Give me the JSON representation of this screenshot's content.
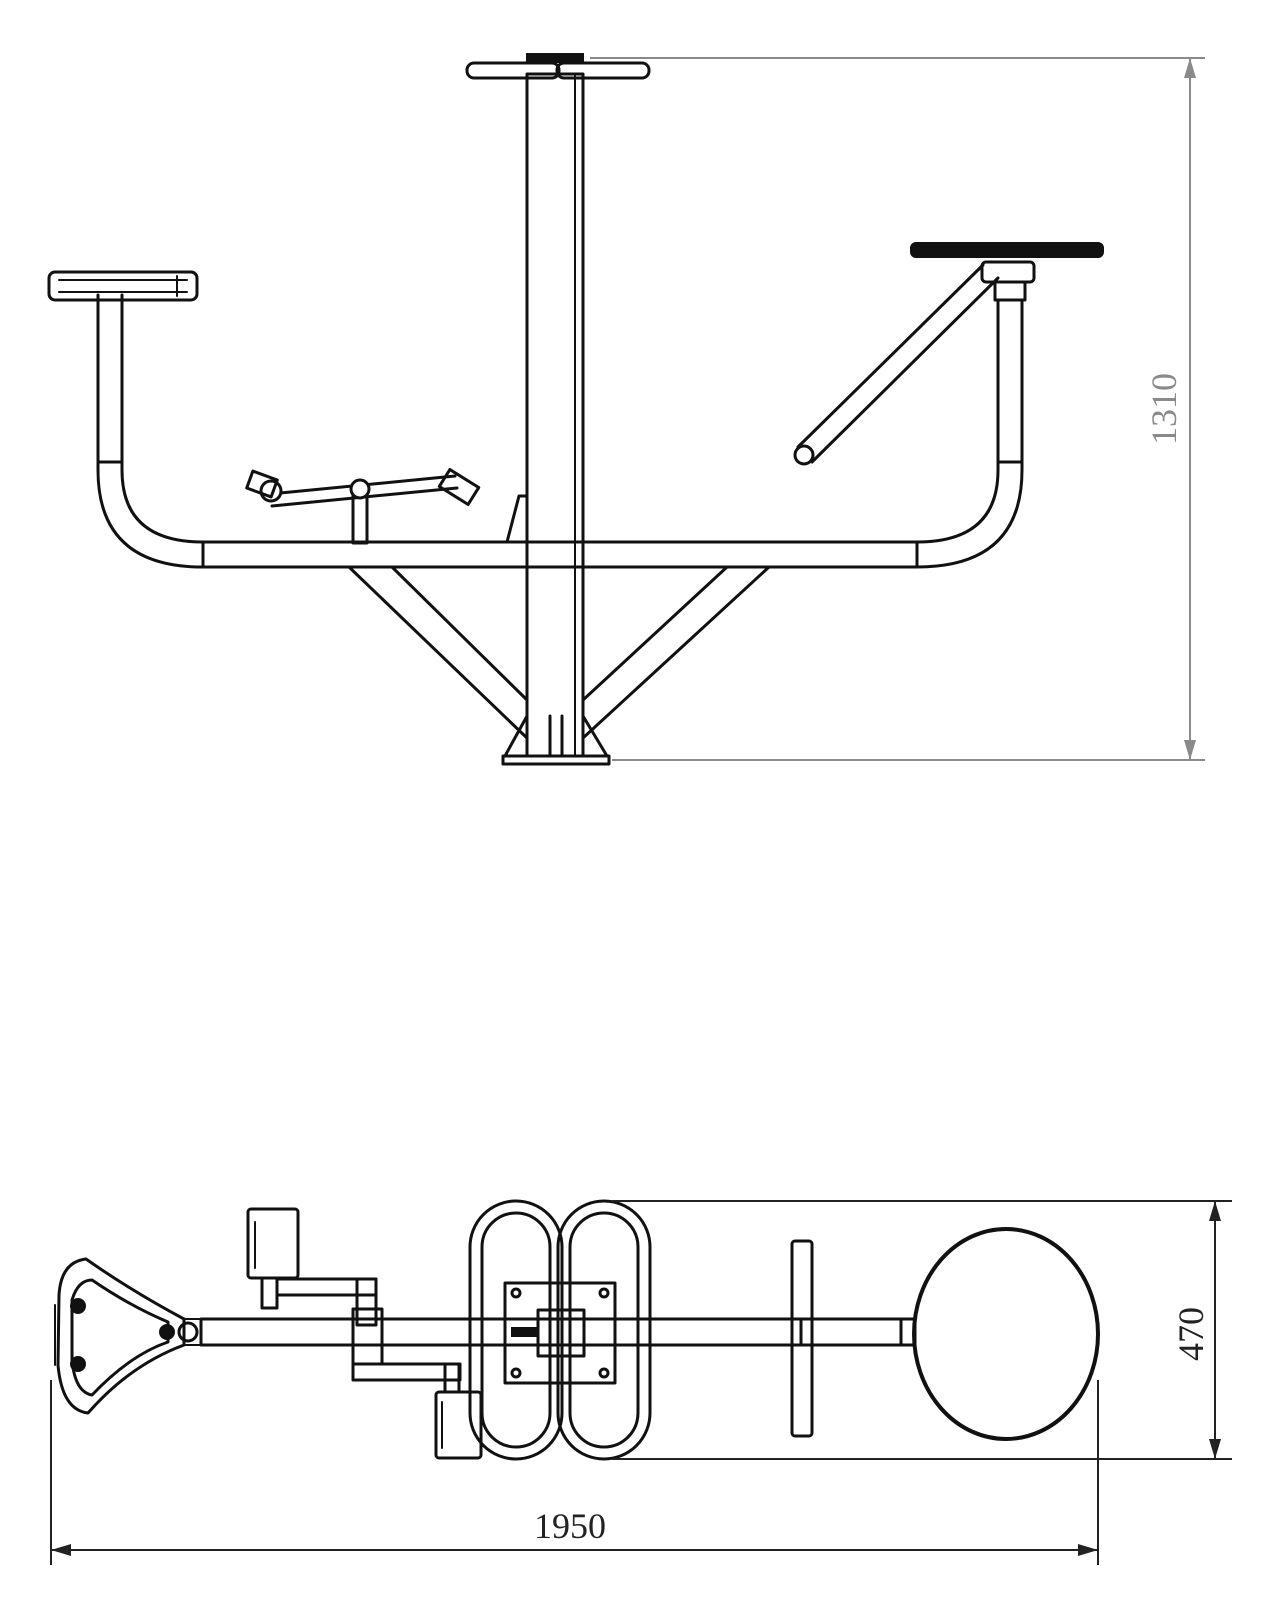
{
  "dimensions": {
    "height": "1310",
    "depth": "470",
    "width": "1950"
  },
  "colors": {
    "ink": "#111111",
    "dimension_grey": "#8a8a8a",
    "background": "#ffffff"
  }
}
